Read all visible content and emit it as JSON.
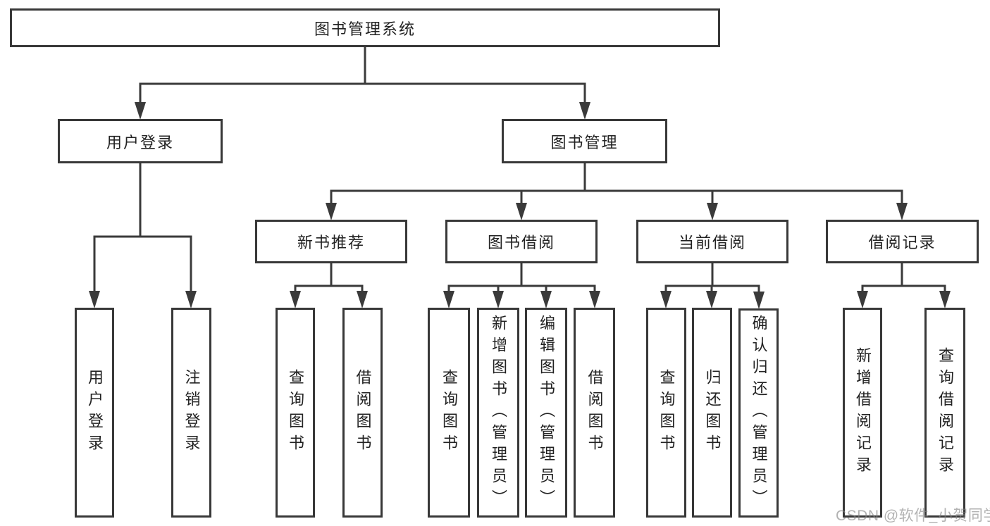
{
  "tree": {
    "root": {
      "label": "图书管理系统",
      "children": [
        {
          "label": "用户登录",
          "children": [
            {
              "label": "用户登录"
            },
            {
              "label": "注销登录"
            }
          ]
        },
        {
          "label": "图书管理",
          "children": [
            {
              "label": "新书推荐",
              "children": [
                {
                  "label": "查询图书"
                },
                {
                  "label": "借阅图书"
                }
              ]
            },
            {
              "label": "图书借阅",
              "children": [
                {
                  "label": "查询图书"
                },
                {
                  "label": "新增图书（管理员）"
                },
                {
                  "label": "编辑图书（管理员）"
                },
                {
                  "label": "借阅图书"
                }
              ]
            },
            {
              "label": "当前借阅",
              "children": [
                {
                  "label": "查询图书"
                },
                {
                  "label": "归还图书"
                },
                {
                  "label": "确认归还（管理员）"
                }
              ]
            },
            {
              "label": "借阅记录",
              "children": [
                {
                  "label": "新增借阅记录"
                },
                {
                  "label": "查询借阅记录"
                }
              ]
            }
          ]
        }
      ]
    }
  },
  "watermark": {
    "text": "CSDN @软件_小贺同学"
  },
  "colors": {
    "line": "#3a3a3a",
    "box_border": "#383838",
    "box_text": "#222222",
    "watermark_text": "#828282",
    "background": "#ffffff"
  }
}
